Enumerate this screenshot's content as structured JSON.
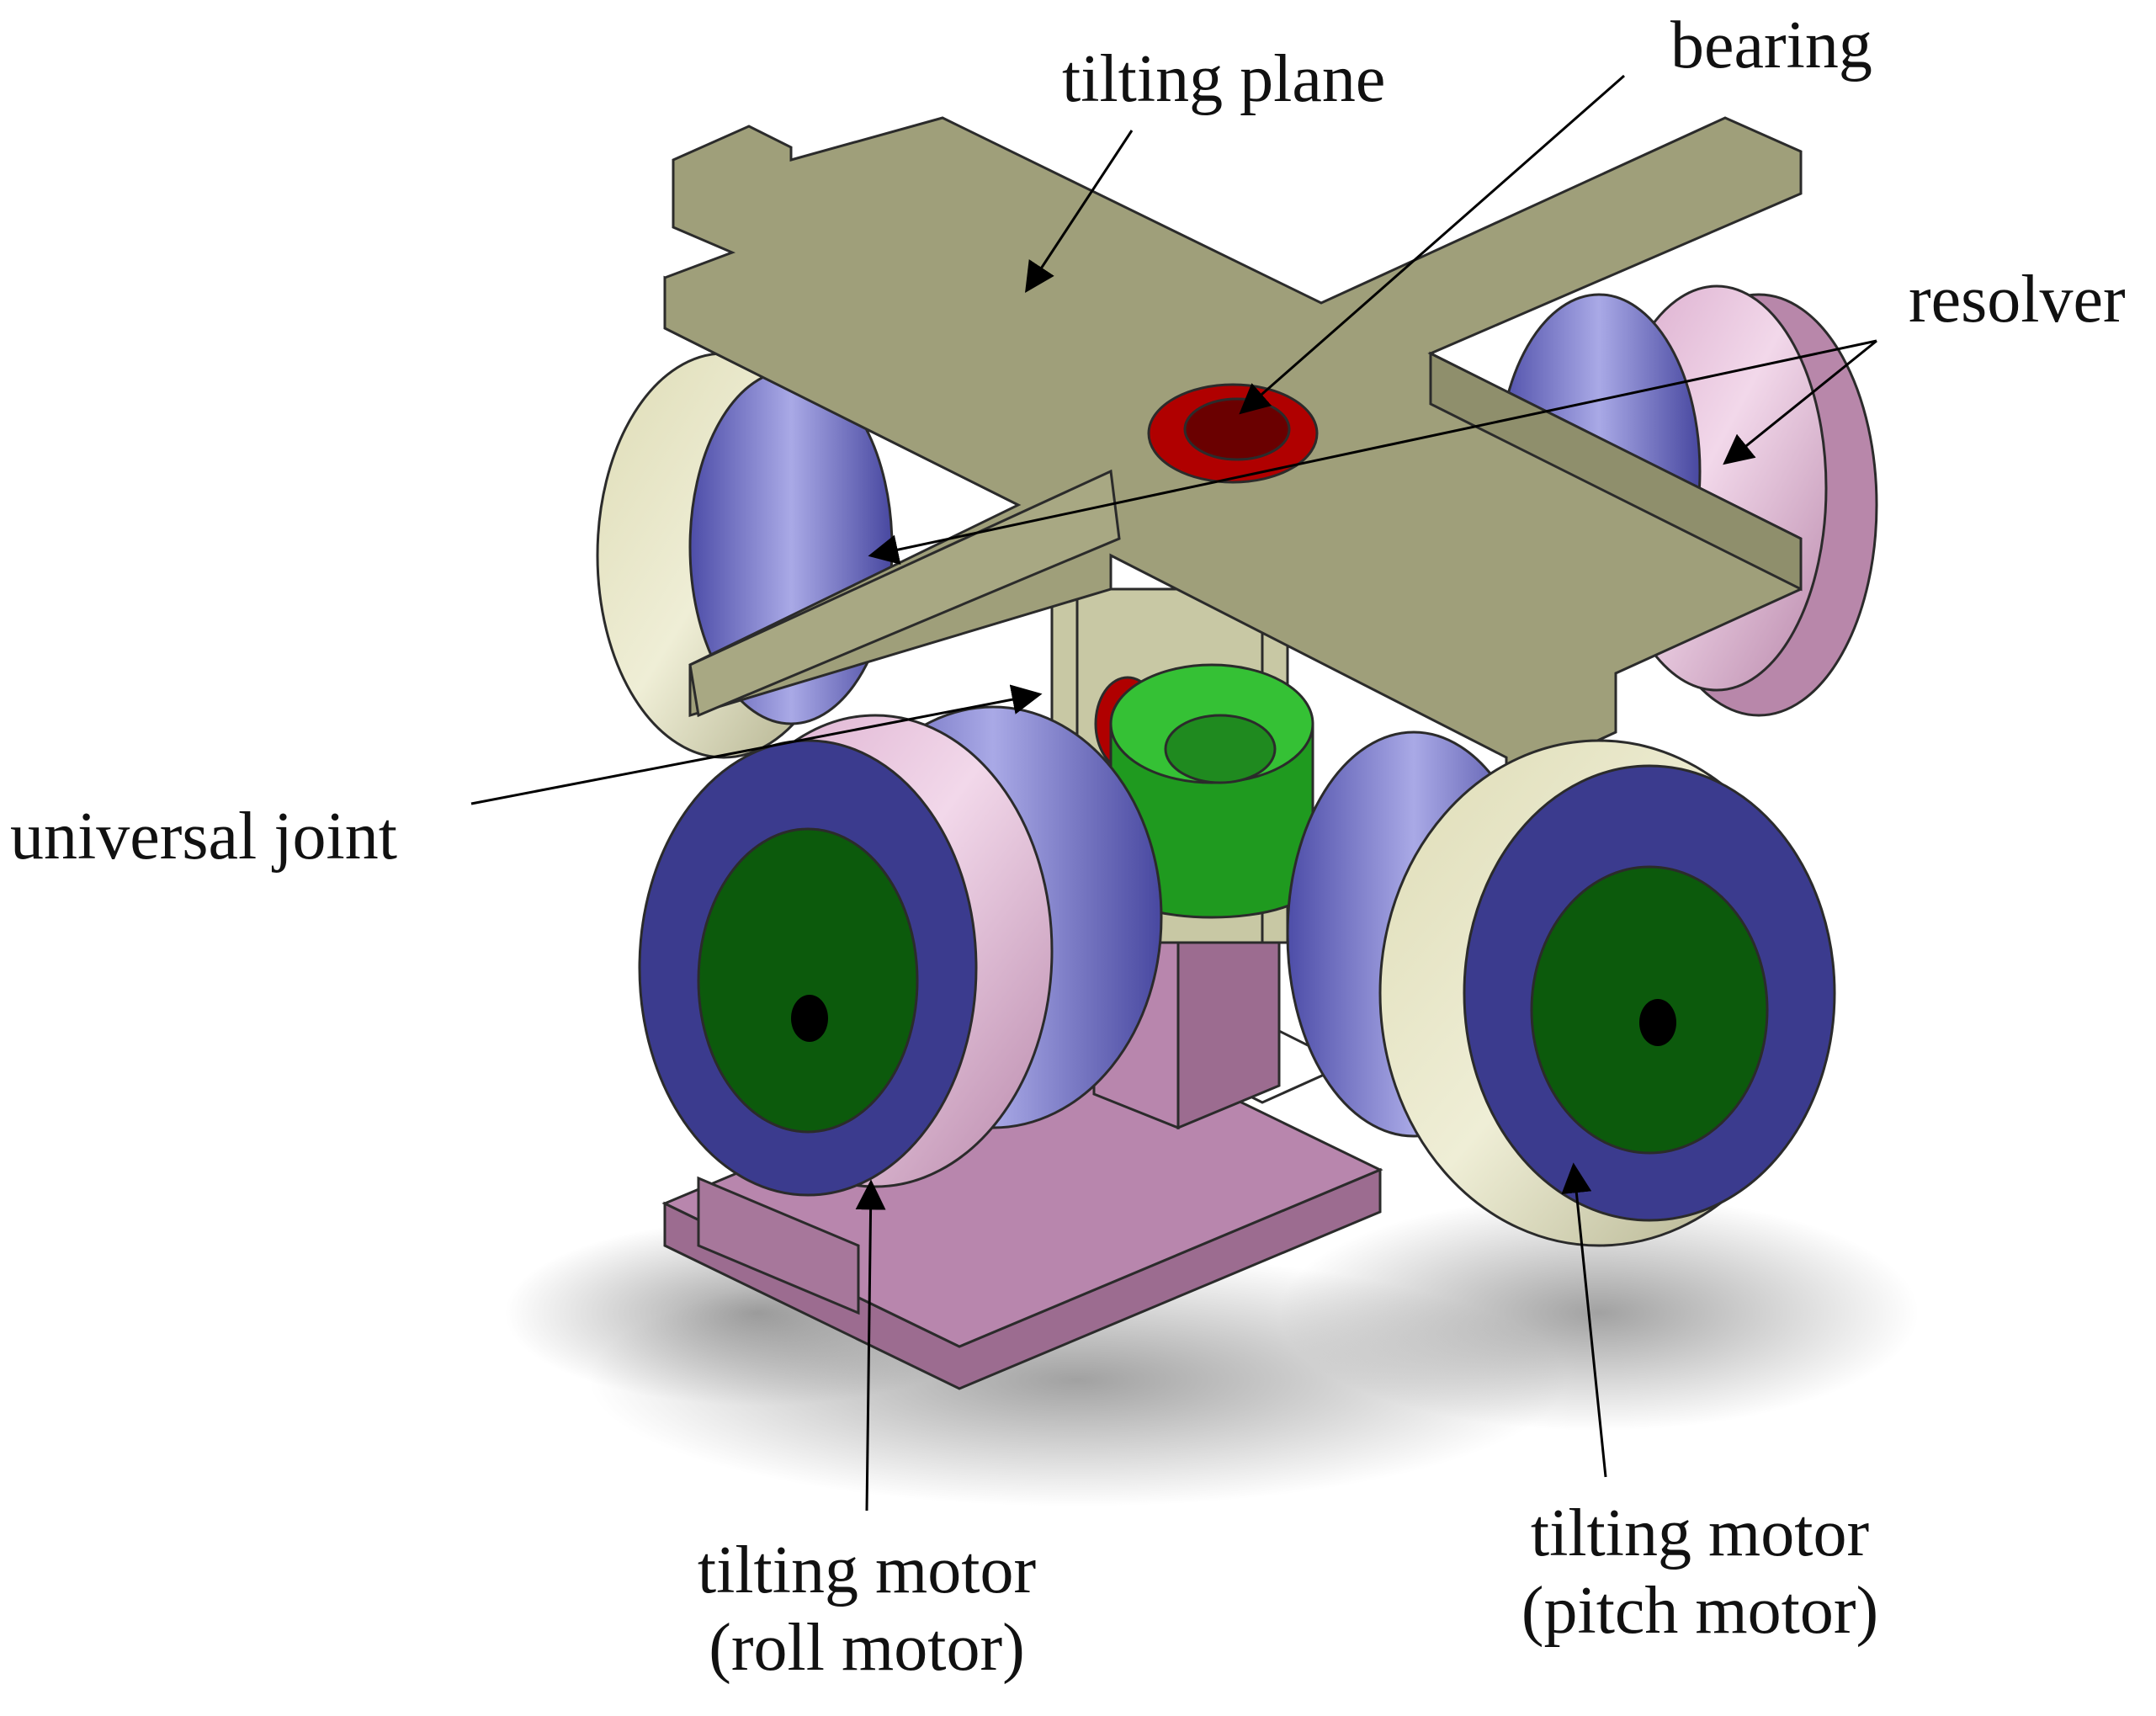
{
  "labels": {
    "tilting_plane": "tilting plane",
    "bearing": "bearing",
    "resolver": "resolver",
    "universal_joint": "universal joint",
    "roll_motor_line1": "tilting motor",
    "roll_motor_line2": "(roll motor)",
    "pitch_motor_line1": "tilting motor",
    "pitch_motor_line2": "(pitch motor)"
  },
  "colors": {
    "plane": "#9f9f7a",
    "plane_dark": "#7d7d5e",
    "bearing": "#b00000",
    "resolver_pink": "#c887b4",
    "motor_blue": "#3b3b8e",
    "motor_green": "#0c5a0c",
    "base_pink": "#b886ad",
    "joint_green": "#1f9a1f",
    "ring_tan": "#c4c49c"
  }
}
